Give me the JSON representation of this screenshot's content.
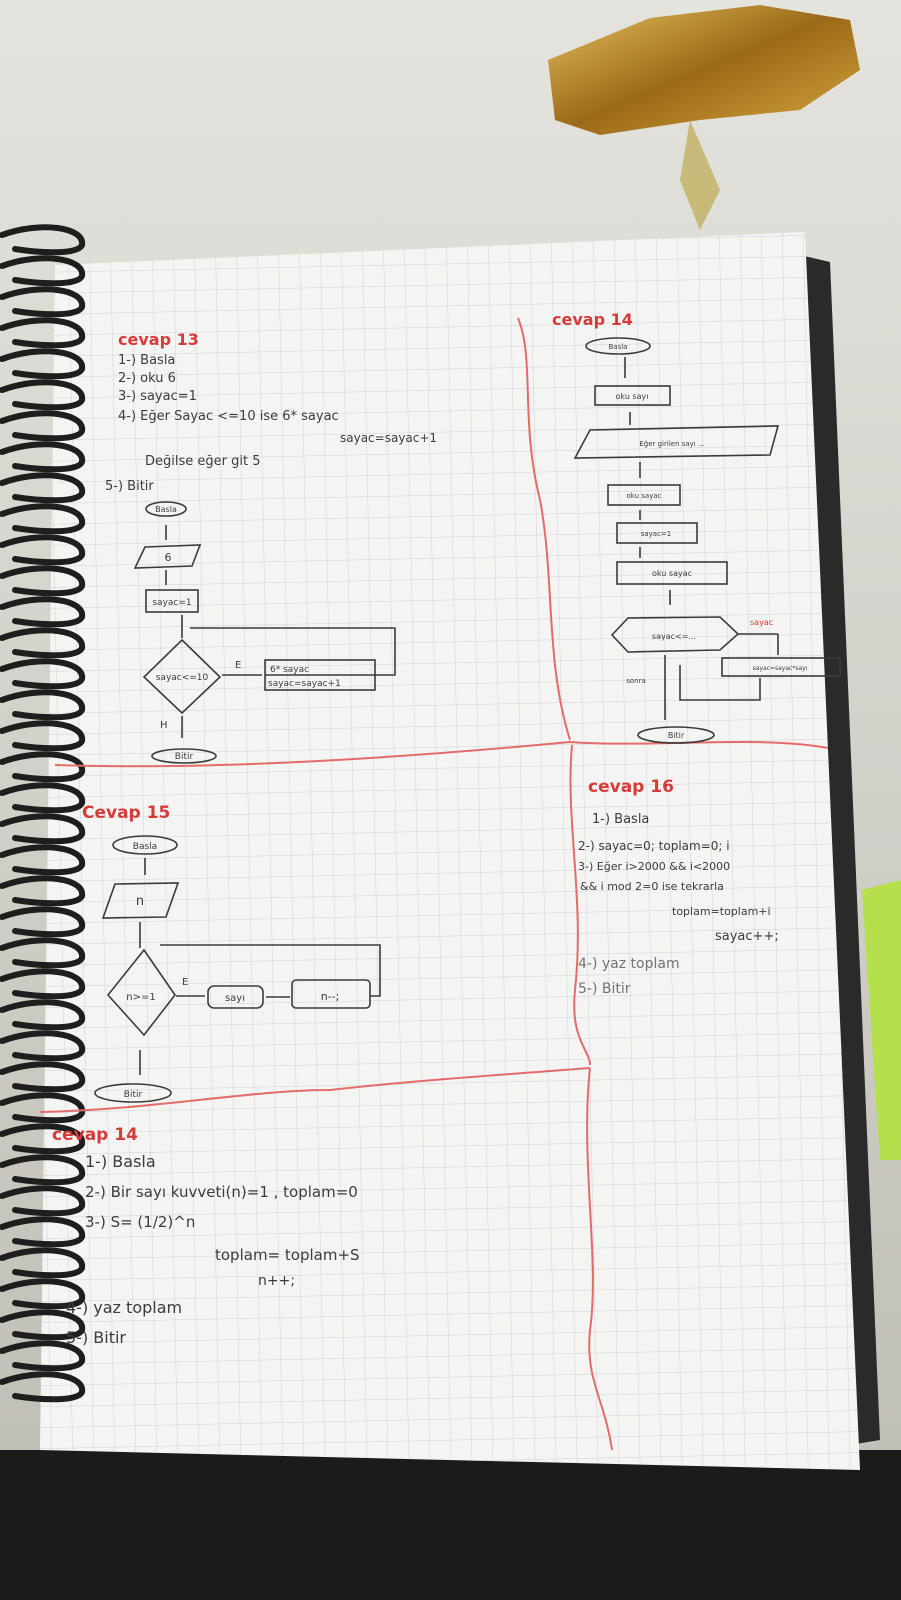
{
  "photo": {
    "subject": "spiral notebook page with flowchart homework",
    "colors": {
      "paper": "#f4f5f3",
      "grid": "#c9ccd6",
      "red_ink": "#d63a3a",
      "pencil": "#3b3b3b",
      "table": "#d9d8d2",
      "dark": "#1b1b1b",
      "foil": "#c99a2e",
      "tab": "#b6e04a"
    }
  },
  "cevap13": {
    "title": "cevap 13",
    "steps": [
      "1-) Basla",
      "2-) oku 6",
      "3-) sayac=1",
      "4-) Eğer Sayac <=10 ise 6* sayac",
      "sayac=sayac+1",
      "Değilse eğer git 5",
      "5-) Bitir"
    ],
    "flow": {
      "start": "Basla",
      "input": "6",
      "init": "sayac=1",
      "decision": "sayac<=10",
      "yes": "E",
      "no": "H",
      "action1": "6* sayac",
      "action2": "sayac=sayac+1",
      "end": "Bitir"
    }
  },
  "cevap14a": {
    "title": "cevap 14",
    "flow": {
      "start": "Basla",
      "b1": "oku sayı",
      "b2": "Eğer girilen sayı ...",
      "b3": "oku sayac",
      "b4": "sayac=1",
      "b5": "oku sayac",
      "decision": "sayac<=...",
      "right_label": "sayac",
      "right_box": "sayac=sayac*sayı",
      "left_label": "sonra",
      "end": "Bitir"
    }
  },
  "cevap15": {
    "title": "Cevap 15",
    "flow": {
      "start": "Basla",
      "input": "n",
      "decision": "n>=1",
      "yes": "E",
      "action1": "sayı",
      "action2": "n--;",
      "end": "Bitir"
    }
  },
  "cevap16": {
    "title": "cevap 16",
    "steps": [
      "1-) Basla",
      "2-) sayac=0; toplam=0; i",
      "3-) Eğer i>2000 && i<2000",
      "&& i mod 2=0 ise tekrarla",
      "toplam=toplam+i",
      "sayac++;",
      "4-) yaz toplam",
      "5-) Bitir"
    ]
  },
  "cevap14b": {
    "title": "cevap 14",
    "steps": [
      "1-) Basla",
      "2-) Bir sayı kuvveti(n)=1 , toplam=0",
      "3-) S= (1/2)^n",
      "toplam= toplam+S",
      "n++;",
      "4-) yaz toplam",
      "5-) Bitir"
    ]
  }
}
